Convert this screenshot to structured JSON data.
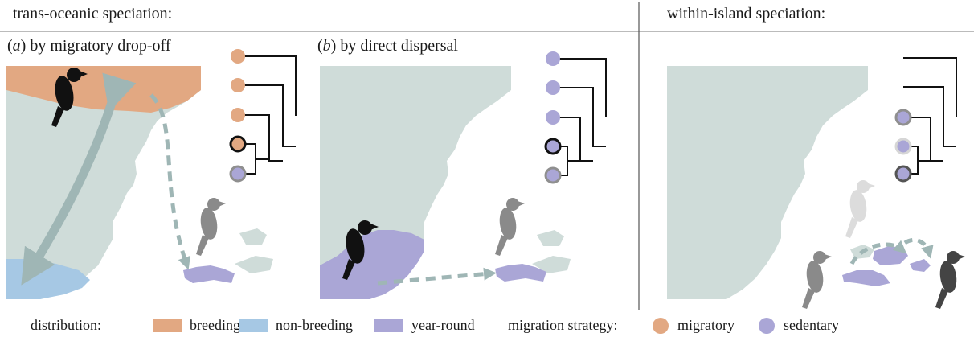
{
  "header": {
    "left_title": "trans-oceanic speciation:",
    "right_title": "within-island speciation:"
  },
  "panels": [
    {
      "letter": "a",
      "label": ") by migratory drop-off"
    },
    {
      "letter": "b",
      "label": ") by direct dispersal"
    }
  ],
  "legend": {
    "distribution_label": "distribution",
    "distribution_colon": ":",
    "breeding": "breeding",
    "non_breeding": "non-breeding",
    "year_round": "year-round",
    "strategy_label": "migration strategy",
    "strategy_colon": ":",
    "migratory": "migratory",
    "sedentary": "sedentary"
  },
  "colors": {
    "land": "#cfdcd9",
    "breeding": "#e2a882",
    "non_breeding": "#a6c8e4",
    "year_round": "#aaa6d6",
    "arrow": "#9fb6b5",
    "migratory_node": "#e2a882",
    "sedentary_node": "#aaa6d6"
  }
}
